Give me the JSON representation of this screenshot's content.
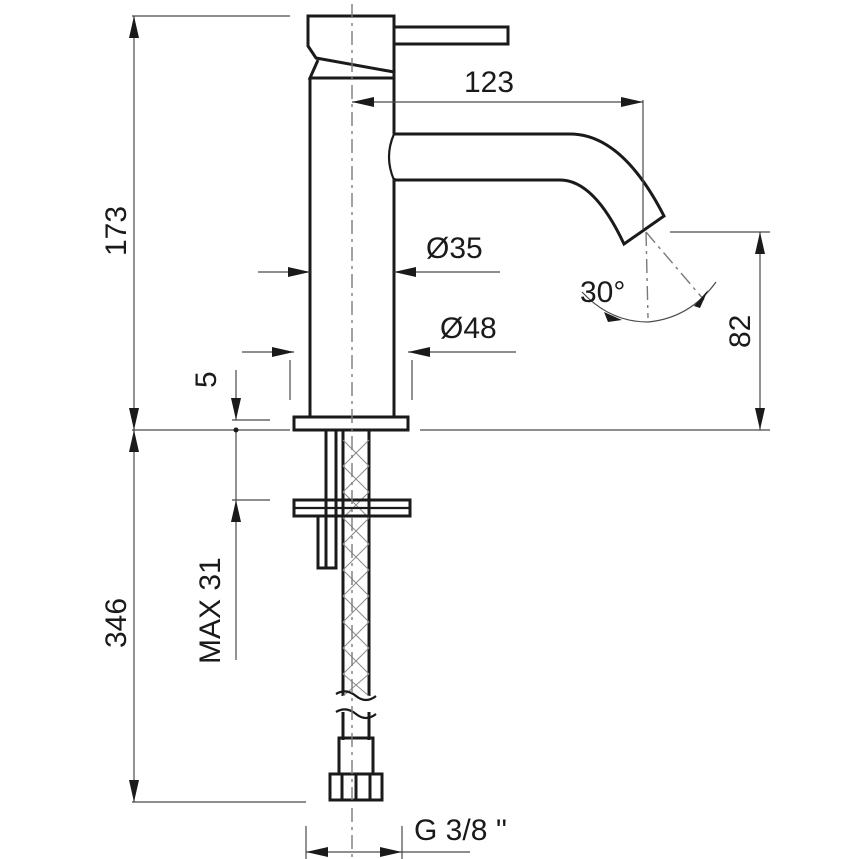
{
  "drawing": {
    "dimensions": {
      "spout_reach": "123",
      "body_height": "173",
      "body_diameter": "Ø35",
      "base_diameter": "Ø48",
      "spout_angle": "30°",
      "spout_height": "82",
      "base_thickness": "5",
      "max_deck_thickness": "MAX 31",
      "hose_length": "346",
      "connection_thread": "G 3/8 ''"
    }
  }
}
